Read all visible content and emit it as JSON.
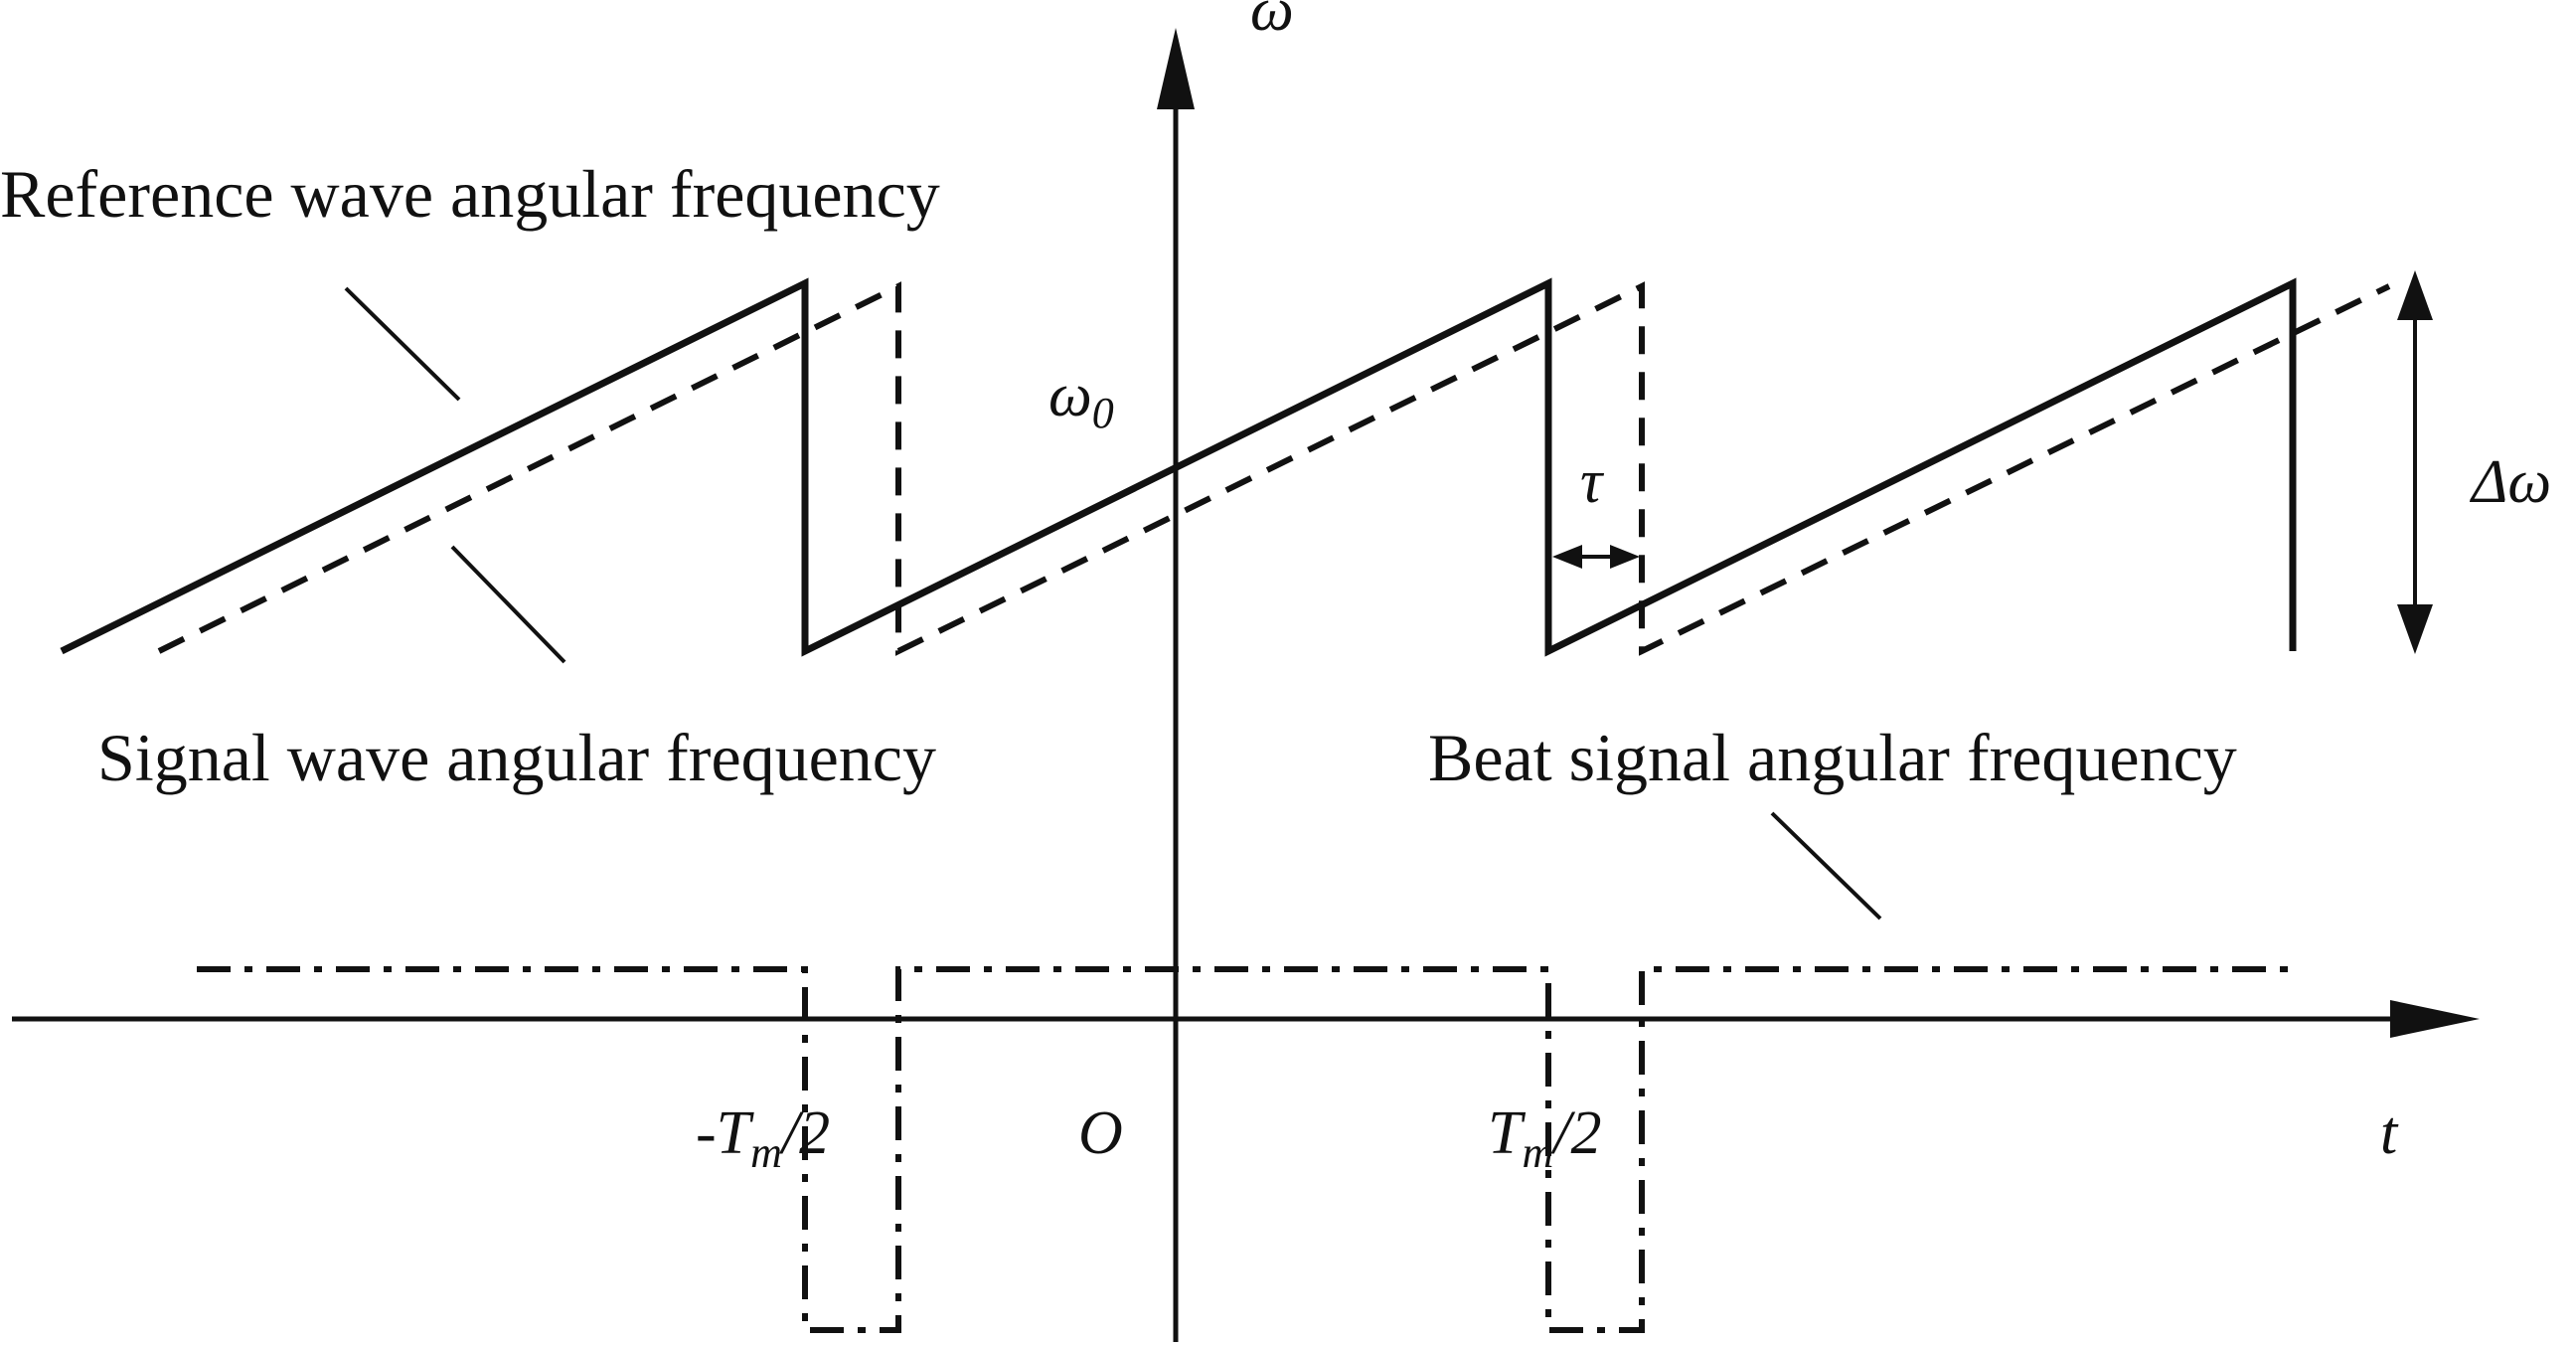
{
  "labels": {
    "reference": "Reference wave angular frequency",
    "signal": "Signal wave angular frequency",
    "beat": "Beat signal angular frequency"
  },
  "symbols": {
    "omega": "ω",
    "omega0_base": "ω",
    "omega0_sub": "0",
    "delta_omega": "Δω",
    "tau": "τ",
    "time": "t",
    "origin": "O",
    "neg_half_period": "-T",
    "pos_half_period": "T",
    "period_sub": "m",
    "half": "/2"
  },
  "colors": {
    "ink": "#111111",
    "background": "#ffffff"
  }
}
